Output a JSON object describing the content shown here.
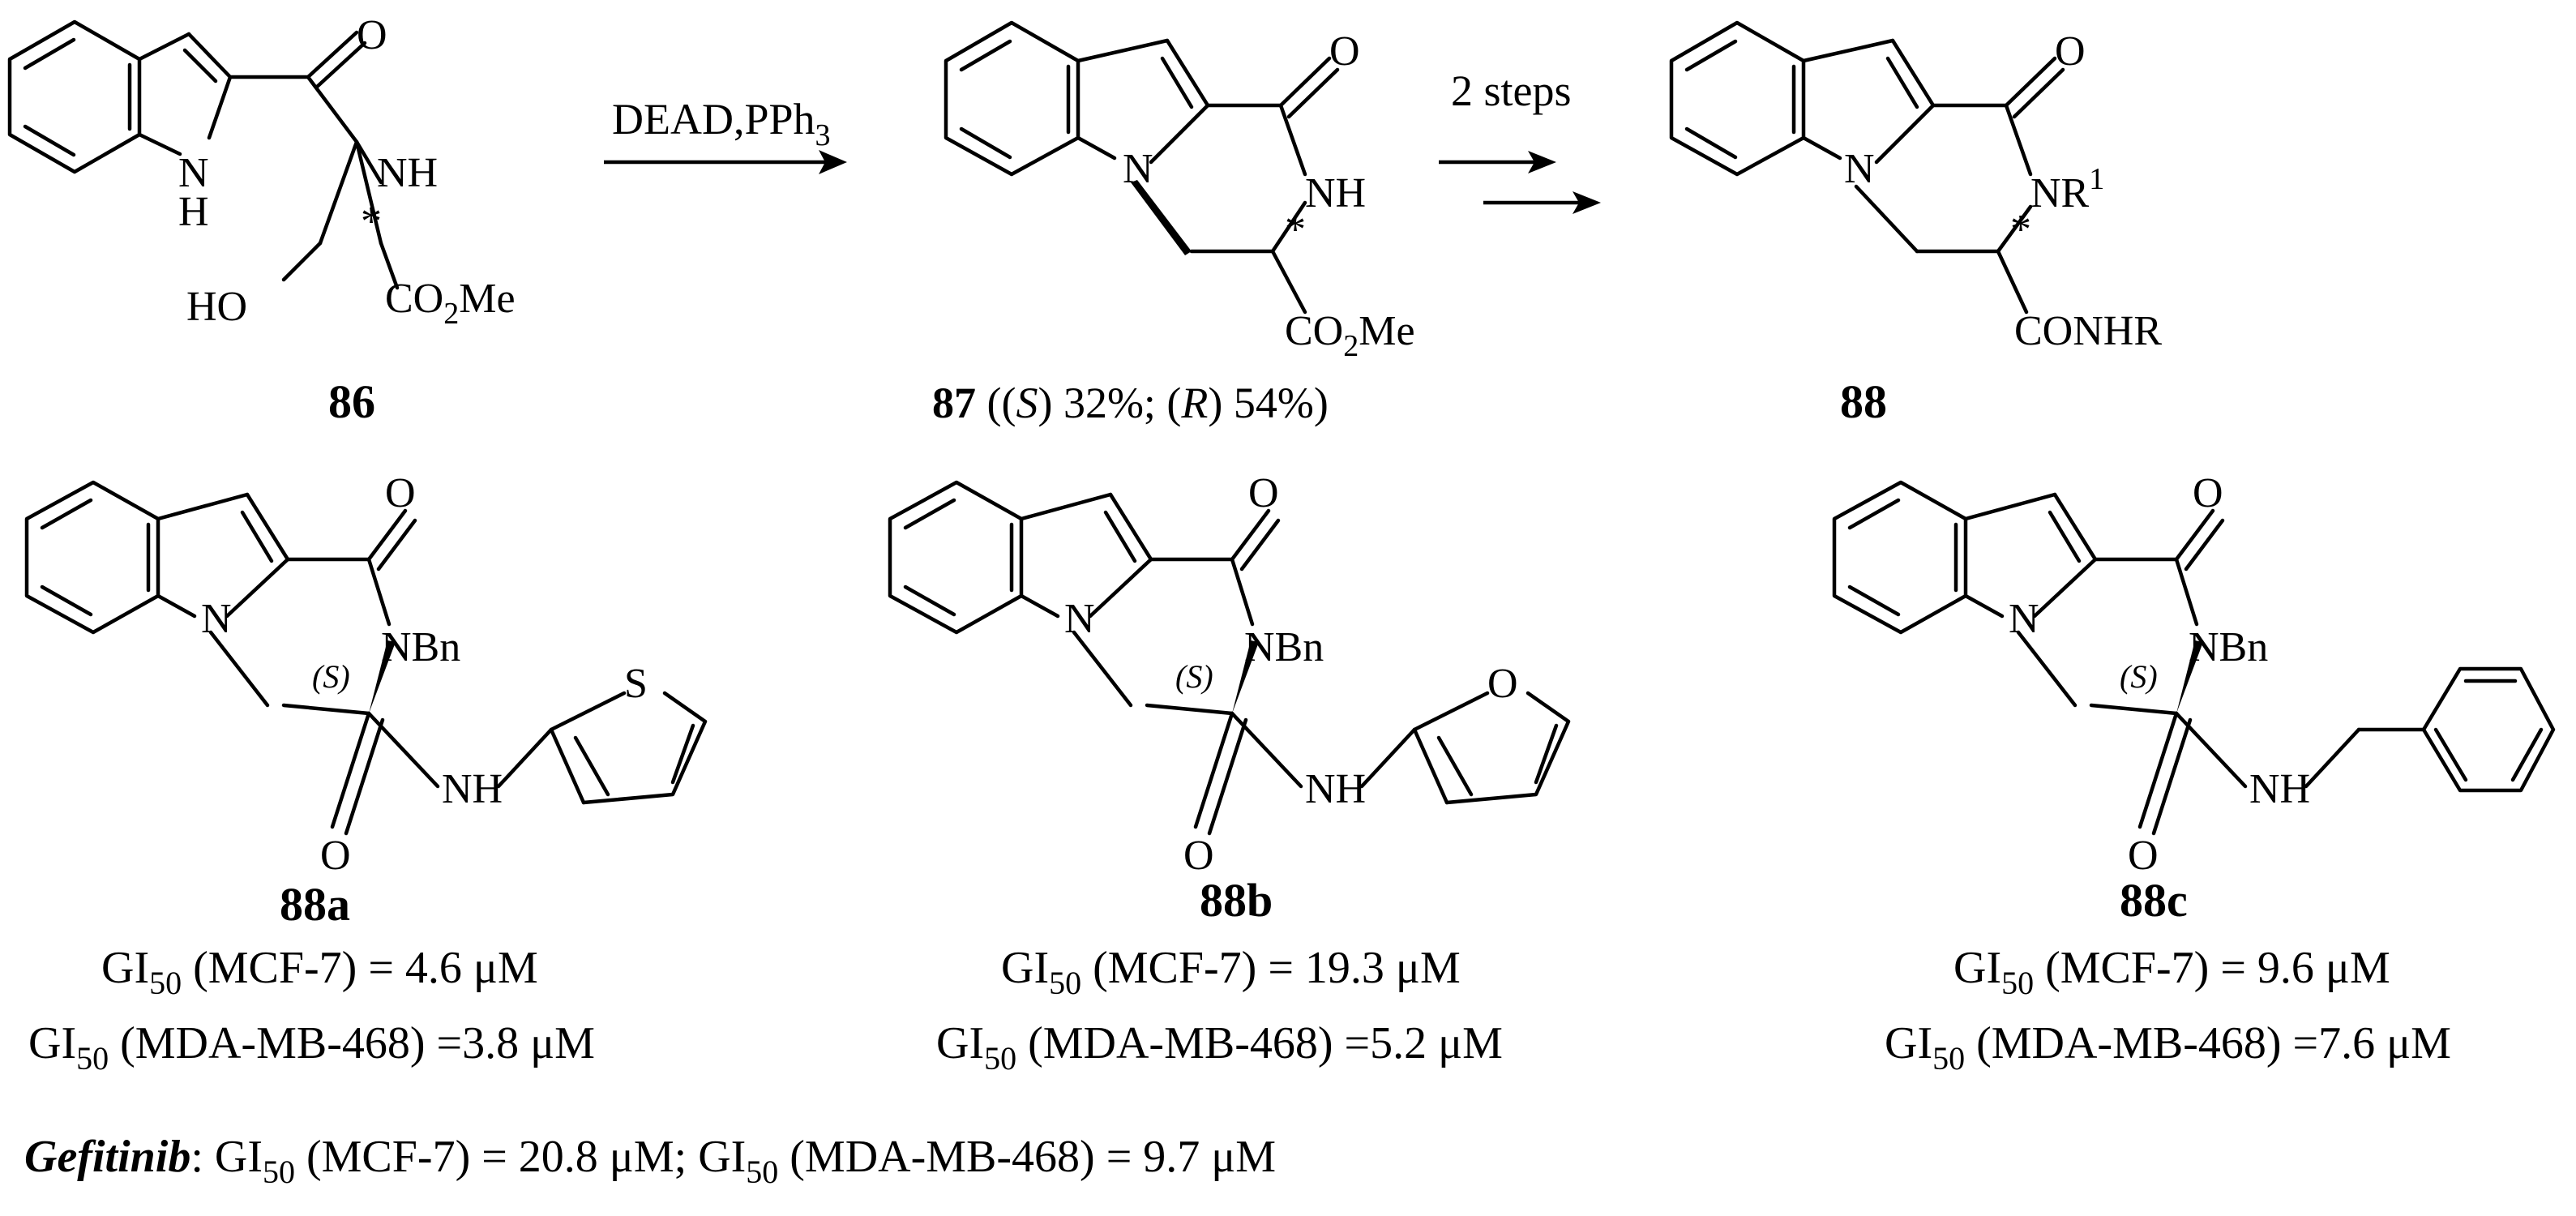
{
  "atom_labels": {
    "n_h": "N",
    "h": "H",
    "nh": "NH",
    "n": "N",
    "o": "O",
    "ho": "HO",
    "co2me": "CO",
    "co2me_sub": "2",
    "co2me_tail": "Me",
    "nr1": "NR",
    "nr1_sup": "1",
    "conhr": "CONHR",
    "nbn": "NBn",
    "s_ring": "S",
    "o_ring": "O",
    "star": "*",
    "s_config": "(S)"
  },
  "reaction": {
    "reagent": "DEAD,PPh",
    "reagent_sub": "3",
    "step2": "2 steps"
  },
  "compounds": {
    "c86": "86",
    "c87": "87",
    "c87_note_a": "((",
    "c87_S": "S",
    "c87_note_b": ") 32%; (",
    "c87_R": "R",
    "c87_note_c": ") 54%)",
    "c88": "88",
    "c88a": "88a",
    "c88b": "88b",
    "c88c": "88c"
  },
  "activity": {
    "gi": "GI",
    "gi_sub": "50",
    "mcf": " (MCF-7) = ",
    "mda": " (MDA-MB-468) =",
    "a_mcf": "4.6 μM",
    "a_mda": "3.8 μM",
    "b_mcf": "19.3 μM",
    "b_mda": "5.2 μM",
    "c_mcf": "9.6 μM",
    "c_mda": "7.6 μM",
    "gef_name": "Gefitinib",
    "gef_colon": ": ",
    "gef_mcf": " (MCF-7) = 20.8 μM; ",
    "gef_mda": " (MDA-MB-468) = 9.7 μM"
  }
}
